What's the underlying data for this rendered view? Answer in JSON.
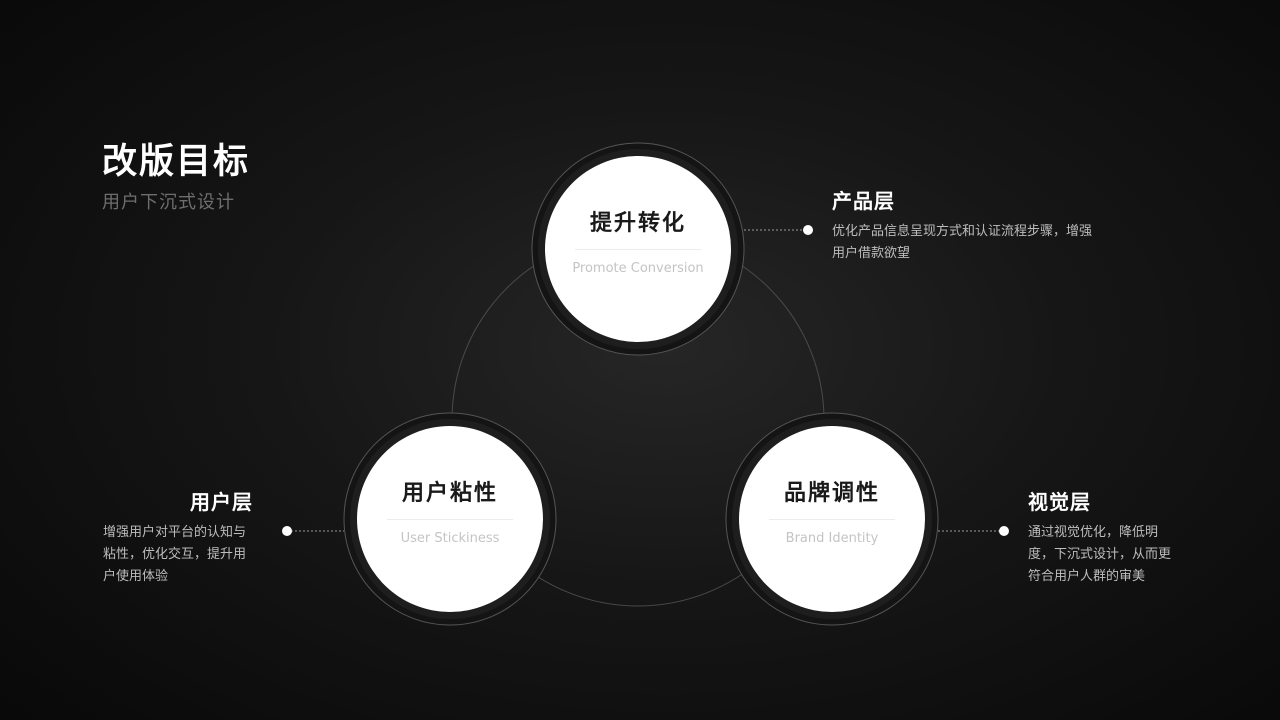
{
  "header": {
    "title": "改版目标",
    "subtitle": "用户下沉式设计"
  },
  "nodes": [
    {
      "title": "提升转化",
      "subtitle": "Promote Conversion"
    },
    {
      "title": "用户粘性",
      "subtitle": "User Stickiness"
    },
    {
      "title": "品牌调性",
      "subtitle": "Brand Identity"
    }
  ],
  "layers": [
    {
      "title": "产品层",
      "description": "优化产品信息呈现方式和认证流程步骤，增强用户借款欲望"
    },
    {
      "title": "用户层",
      "description": "增强用户对平台的认知与粘性，优化交互，提升用户使用体验"
    },
    {
      "title": "视觉层",
      "description": "通过视觉优化，降低明度，下沉式设计，从而更符合用户人群的审美"
    }
  ],
  "colors": {
    "background": "#111111",
    "circle_fill": "#ffffff",
    "circle_ring": "#1c1c1c",
    "connector": "#8a8a8a",
    "muted_text": "#6e6e6e"
  }
}
